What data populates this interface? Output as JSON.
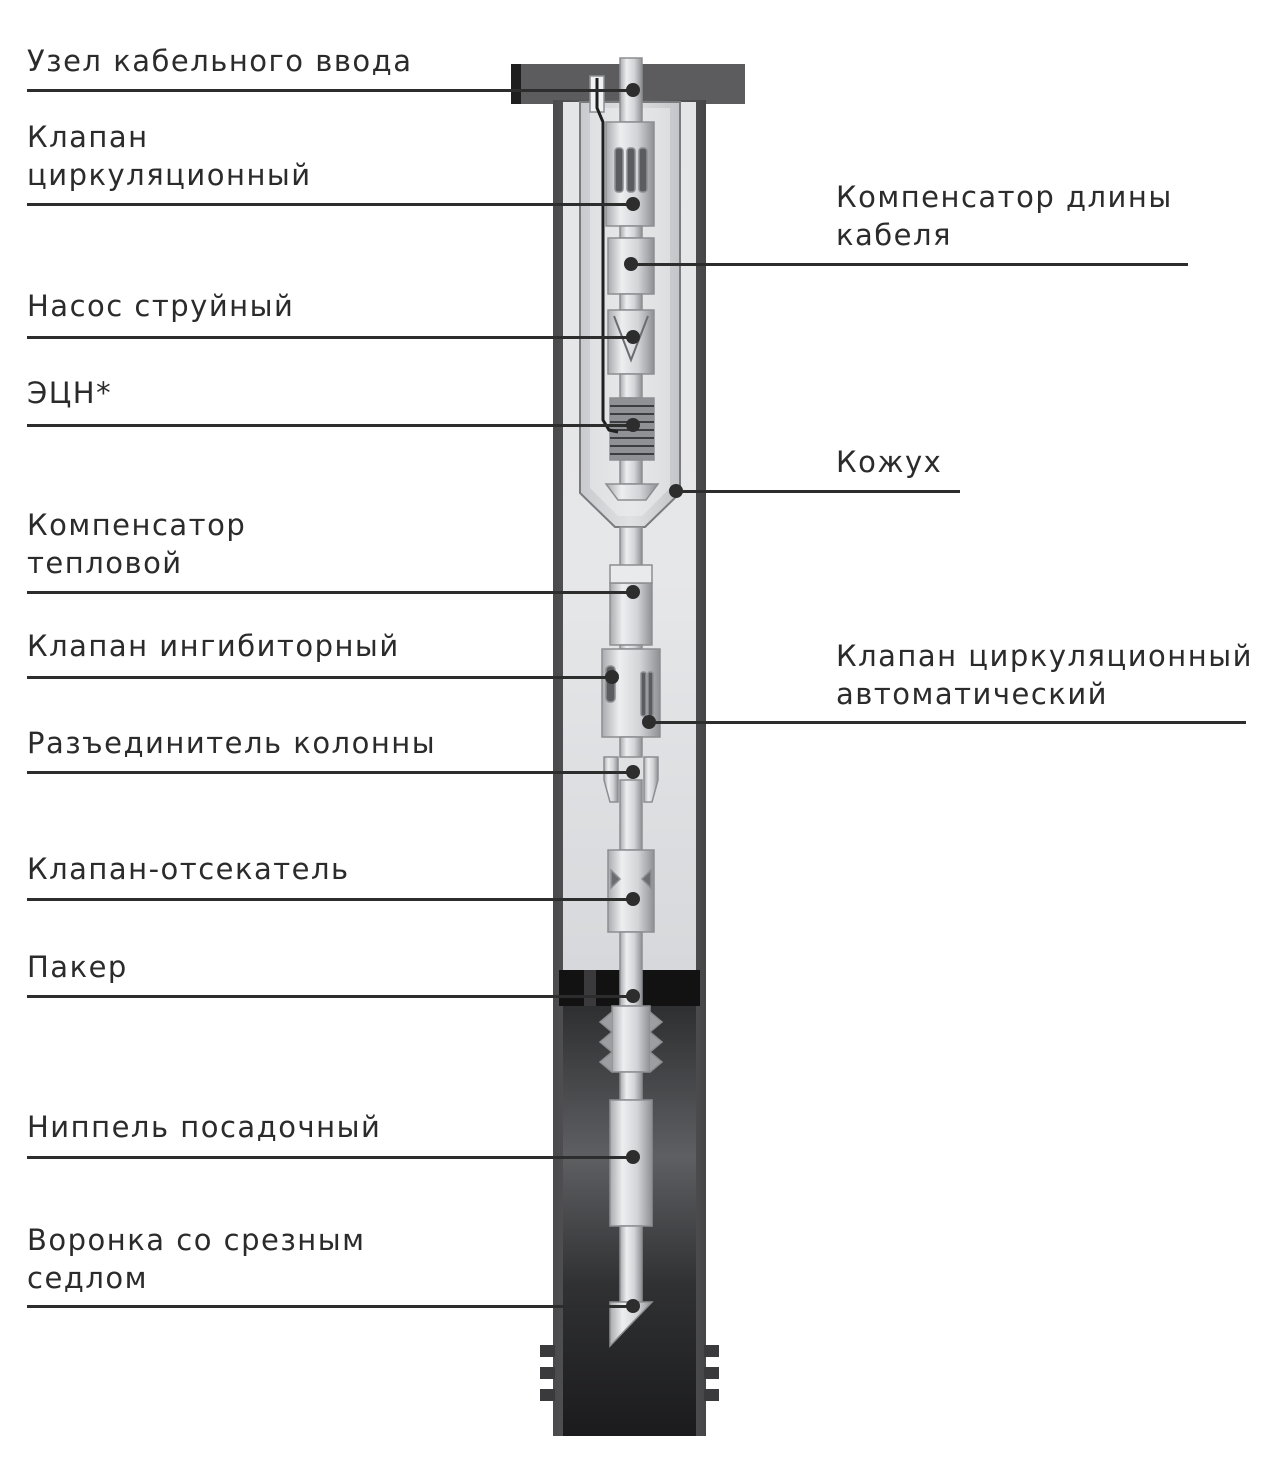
{
  "callouts_left": [
    {
      "label": "Узел кабельного ввода"
    },
    {
      "label": "Клапан\nциркуляционный"
    },
    {
      "label": "Насос струйный"
    },
    {
      "label": "ЭЦН*"
    },
    {
      "label": "Компенсатор\nтепловой"
    },
    {
      "label": "Клапан ингибиторный"
    },
    {
      "label": "Разъединитель колонны"
    },
    {
      "label": "Клапан-отсекатель"
    },
    {
      "label": "Пакер"
    },
    {
      "label": "Ниппель посадочный"
    },
    {
      "label": "Воронка со срезным\nседлом"
    }
  ],
  "callouts_right": [
    {
      "label": "Компенсатор длины\nкабеля"
    },
    {
      "label": "Кожух"
    },
    {
      "label": "Клапан циркуляционный\nавтоматический"
    }
  ],
  "colors": {
    "text": "#2b2b2b",
    "leader": "#2d2d2d",
    "casing": "#5a5a5c",
    "annulus_light": "#e6e7e9",
    "annulus_dark": "#1c1c1e",
    "packer": "#121212",
    "tool": "#d7d9dc"
  }
}
